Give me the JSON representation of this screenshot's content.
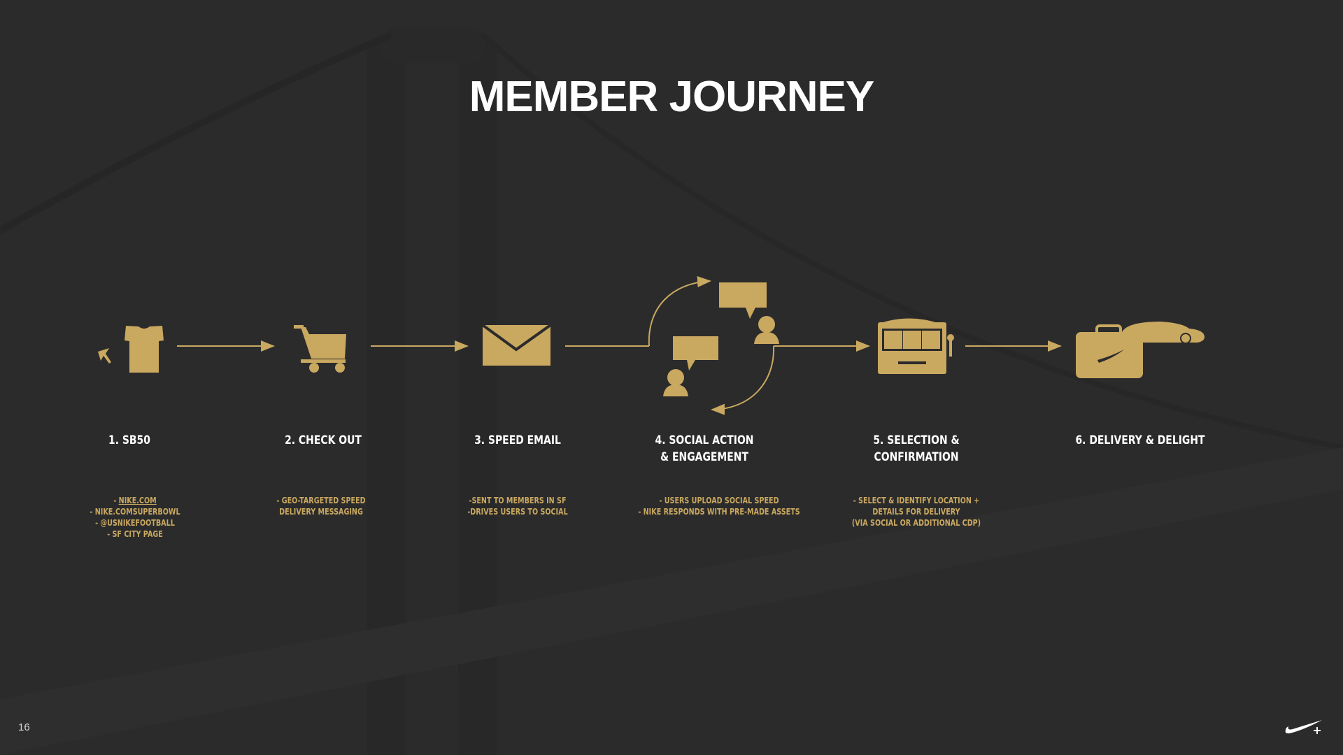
{
  "slide": {
    "title": "MEMBER JOURNEY",
    "page_number": "16"
  },
  "colors": {
    "background": "#2b2b2b",
    "accent_gold": "#c9a860",
    "title": "#ffffff"
  },
  "steps": [
    {
      "title_lines": [
        "1. SB50"
      ],
      "icon": "shirt-cursor-icon",
      "desc_lines": [
        "- NIKE.COM",
        "- NIKE.COMSUPERBOWL",
        "- @USNIKEFOOTBALL",
        "- SF CITY PAGE"
      ]
    },
    {
      "title_lines": [
        "2. CHECK OUT"
      ],
      "icon": "shopping-cart-icon",
      "desc_lines": [
        "- GEO-TARGETED SPEED",
        "DELIVERY MESSAGING"
      ]
    },
    {
      "title_lines": [
        "3. SPEED EMAIL"
      ],
      "icon": "envelope-icon",
      "desc_lines": [
        "-SENT TO MEMBERS IN SF",
        "-DRIVES USERS TO SOCIAL"
      ]
    },
    {
      "title_lines": [
        "4. SOCIAL ACTION",
        "& ENGAGEMENT"
      ],
      "icon": "social-conversation-icon",
      "desc_lines": [
        "- USERS UPLOAD SOCIAL SPEED",
        "- NIKE RESPONDS WITH PRE-MADE ASSETS"
      ]
    },
    {
      "title_lines": [
        "5. SELECTION &",
        "CONFIRMATION"
      ],
      "icon": "slot-machine-icon",
      "desc_lines": [
        "- SELECT & IDENTIFY LOCATION +",
        "DETAILS FOR DELIVERY",
        "(VIA SOCIAL OR ADDITIONAL CDP)"
      ]
    },
    {
      "title_lines": [
        "6. DELIVERY & DELIGHT"
      ],
      "icon": "bag-and-car-icon",
      "desc_lines": []
    }
  ]
}
